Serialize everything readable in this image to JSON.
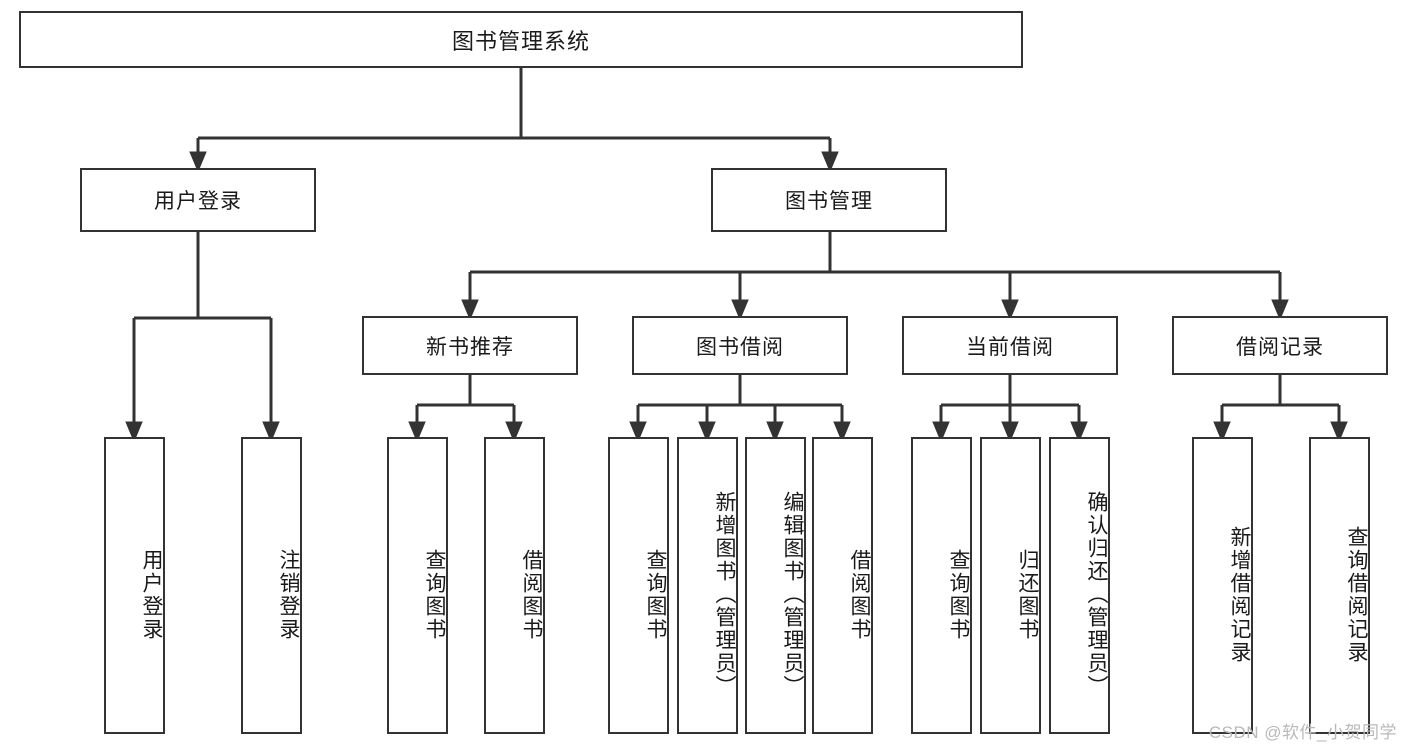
{
  "diagram": {
    "type": "tree-hierarchy",
    "root": {
      "id": "root",
      "label": "图书管理系统"
    },
    "level2": [
      {
        "id": "user-login",
        "label": "用户登录"
      },
      {
        "id": "book-manage",
        "label": "图书管理"
      }
    ],
    "level3": [
      {
        "id": "new-book-rec",
        "label": "新书推荐",
        "parent": "book-manage"
      },
      {
        "id": "book-borrow",
        "label": "图书借阅",
        "parent": "book-manage"
      },
      {
        "id": "current-borrow",
        "label": "当前借阅",
        "parent": "book-manage"
      },
      {
        "id": "borrow-record",
        "label": "借阅记录",
        "parent": "book-manage"
      }
    ],
    "leaves": [
      {
        "id": "leaf-user-login",
        "label": "用户登录",
        "parent": "user-login"
      },
      {
        "id": "leaf-logout-login",
        "label": "注销登录",
        "parent": "user-login"
      },
      {
        "id": "leaf-query-book-1",
        "label": "查询图书",
        "parent": "new-book-rec"
      },
      {
        "id": "leaf-borrow-book-1",
        "label": "借阅图书",
        "parent": "new-book-rec"
      },
      {
        "id": "leaf-query-book-2",
        "label": "查询图书",
        "parent": "book-borrow"
      },
      {
        "id": "leaf-add-book",
        "label": "新增图书（管理员）",
        "parent": "book-borrow"
      },
      {
        "id": "leaf-edit-book",
        "label": "编辑图书（管理员）",
        "parent": "book-borrow"
      },
      {
        "id": "leaf-borrow-book-2",
        "label": "借阅图书",
        "parent": "book-borrow"
      },
      {
        "id": "leaf-query-book-3",
        "label": "查询图书",
        "parent": "current-borrow"
      },
      {
        "id": "leaf-return-book",
        "label": "归还图书",
        "parent": "current-borrow"
      },
      {
        "id": "leaf-confirm-return",
        "label": "确认归还（管理员）",
        "parent": "current-borrow"
      },
      {
        "id": "leaf-add-record",
        "label": "新增借阅记录",
        "parent": "borrow-record"
      },
      {
        "id": "leaf-query-record",
        "label": "查询借阅记录",
        "parent": "borrow-record"
      }
    ],
    "colors": {
      "stroke": "#333333",
      "fill": "#ffffff",
      "text": "#1a1a1a",
      "watermark": "#b9b9b9"
    }
  },
  "watermark": {
    "text": "CSDN @软件_小贺同学"
  }
}
